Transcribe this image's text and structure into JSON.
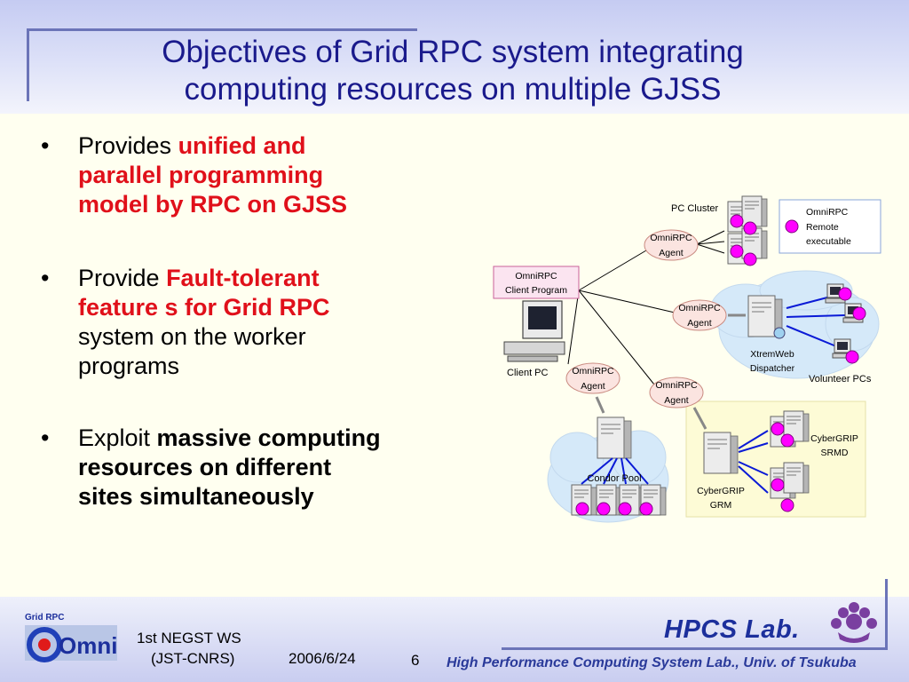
{
  "slide": {
    "title_line1": "Objectives of Grid RPC system integrating",
    "title_line2": "computing resources on multiple GJSS"
  },
  "bullets": [
    {
      "pre": "Provides ",
      "em_l1": "unified and",
      "em_l2": "parallel programming",
      "em_l3": "model by RPC on GJSS"
    },
    {
      "pre": "Provide ",
      "em_l1": "Fault-tolerant",
      "em_l2": "feature s for Grid RPC",
      "post_l1": "system on the worker",
      "post_l2": "programs"
    },
    {
      "pre": "Exploit ",
      "em_l1": "massive computing",
      "em_l2": "resources on different",
      "em_l3": "sites simultaneously"
    }
  ],
  "diagram": {
    "pc_cluster": "PC Cluster",
    "legend_l1": "OmniRPC",
    "legend_l2": "Remote",
    "legend_l3": "executable",
    "client_l1": "OmniRPC",
    "client_l2": "Client Program",
    "client_pc": "Client PC",
    "agent_l1": "OmniRPC",
    "agent_l2": "Agent",
    "xtrem_l1": "XtremWeb",
    "xtrem_l2": "Dispatcher",
    "volunteer": "Volunteer PCs",
    "condor": "Condor Pool",
    "srmd_l1": "CyberGRIP",
    "srmd_l2": "SRMD",
    "grm_l1": "CyberGRIP",
    "grm_l2": "GRM"
  },
  "footer": {
    "event_l1": "1st NEGST WS",
    "event_l2": "(JST-CNRS)",
    "date": "2006/6/24",
    "page": "6",
    "lab": "HPCS Lab.",
    "lab_full": "High Performance Computing System Lab., Univ. of Tsukuba",
    "logo_top": "Grid RPC",
    "logo_main": "Omni"
  },
  "colors": {
    "title": "#1a1a8c",
    "emphasis": "#e0101a",
    "executable_dot": "#ff00ff",
    "agent_fill": "#fbe4e0",
    "link_blue": "#0a1ad6"
  }
}
